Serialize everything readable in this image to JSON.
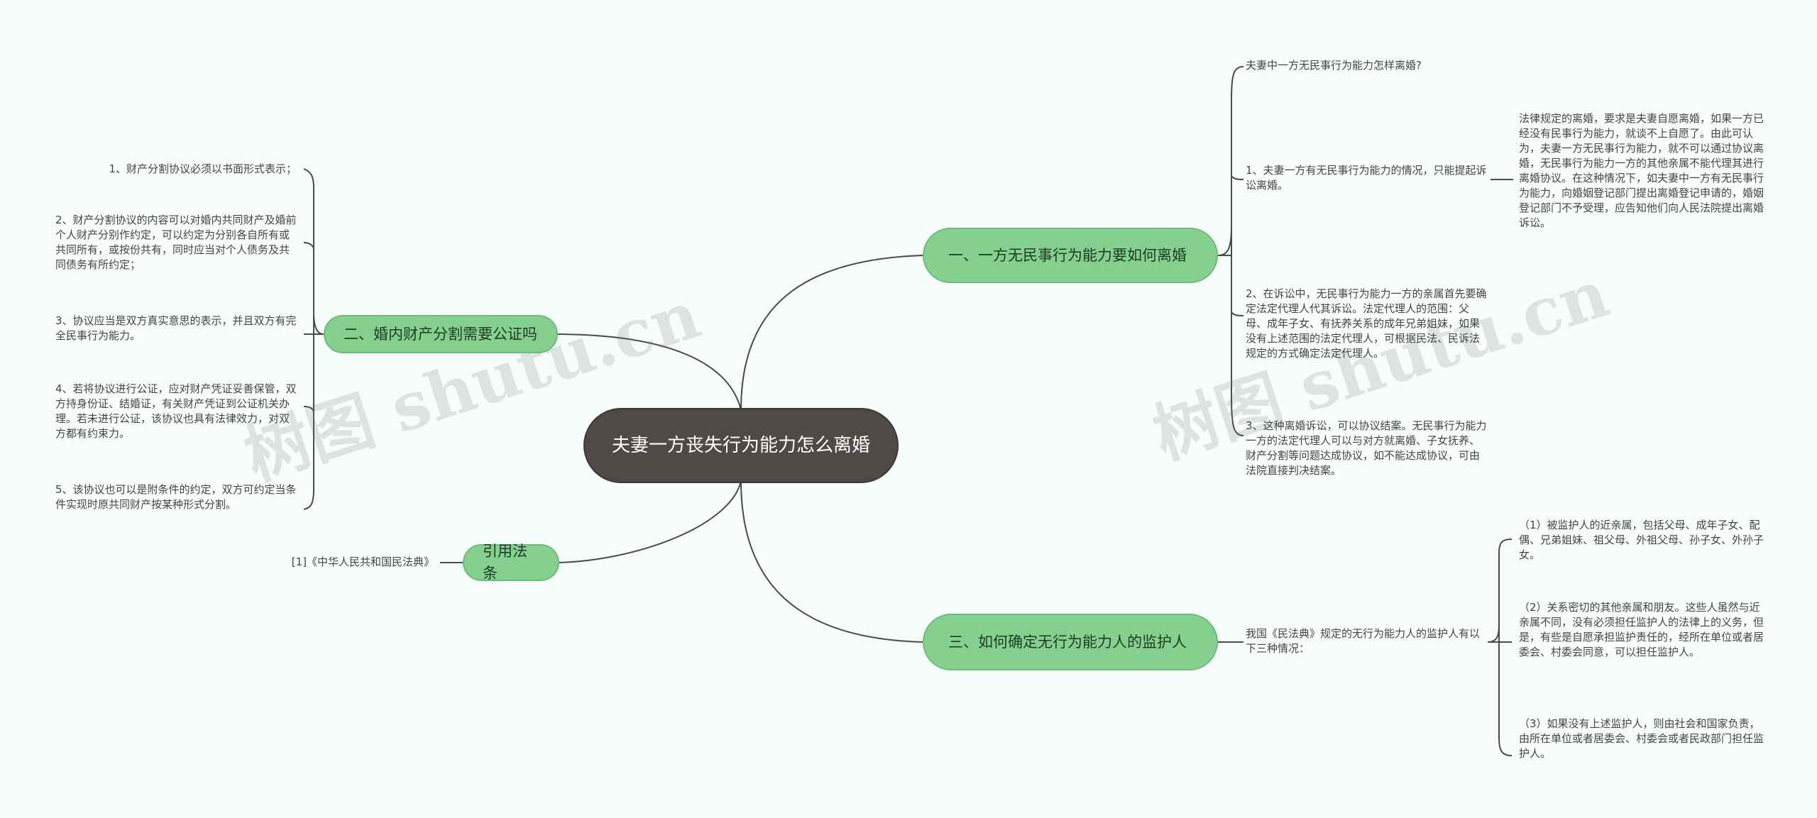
{
  "root": {
    "label": "夫妻一方丧失行为能力怎么离婚"
  },
  "branches": {
    "b1": {
      "label": "一、一方无民事行为能力要如何离婚",
      "question": "夫妻中一方无民事行为能力怎样离婚?",
      "point1": "1、夫妻一方有无民事行为能力的情况，只能提起诉讼离婚。",
      "point1_detail": "法律规定的离婚，要求是夫妻自愿离婚，如果一方已经没有民事行为能力，就谈不上自愿了。由此可认为，夫妻一方无民事行为能力，就不可以通过协议离婚，无民事行为能力一方的其他亲属不能代理其进行离婚协议。在这种情况下，如夫妻中一方有无民事行为能力，向婚姻登记部门提出离婚登记申请的，婚姻登记部门不予受理，应告知他们向人民法院提出离婚诉讼。",
      "point2": "2、在诉讼中，无民事行为能力一方的亲属首先要确定法定代理人代其诉讼。法定代理人的范围：父母、成年子女、有抚养关系的成年兄弟姐妹，如果没有上述范围的法定代理人，可根据民法、民诉法规定的方式确定法定代理人。",
      "point3": "3、这种离婚诉讼，可以协议结案。无民事行为能力一方的法定代理人可以与对方就离婚、子女抚养、财产分割等问题达成协议，如不能达成协议，可由法院直接判决结案。"
    },
    "b2": {
      "label": "二、婚内财产分割需要公证吗",
      "items": [
        "1、财产分割协议必须以书面形式表示；",
        "2、财产分割协议的内容可以对婚内共同财产及婚前个人财产分别作约定，可以约定为分别各自所有或共同所有，或按份共有，同时应当对个人债务及共同债务有所约定；",
        "3、协议应当是双方真实意思的表示，并且双方有完全民事行为能力。",
        "4、若将协议进行公证，应对财产凭证妥善保管，双方持身份证、结婚证，有关财产凭证到公证机关办理。若未进行公证，该协议也具有法律效力，对双方都有约束力。",
        "5、该协议也可以是附条件的约定，双方可约定当条件实现时原共同财产按某种形式分割。"
      ]
    },
    "b3": {
      "label": "引用法条",
      "citation": "[1]《中华人民共和国民法典》"
    },
    "b4": {
      "label": "三、如何确定无行为能力人的监护人",
      "intro": "我国《民法典》规定的无行为能力人的监护人有以下三种情况：",
      "items": [
        "（1）被监护人的近亲属，包括父母、成年子女、配偶、兄弟姐妹、祖父母、外祖父母、孙子女、外孙子女。",
        "（2）关系密切的其他亲属和朋友。这些人虽然与近亲属不同，没有必须担任监护人的法律上的义务，但是，有些是自愿承担监护责任的，经所在单位或者居委会、村委会同意，可以担任监护人。",
        "（3）如果没有上述监护人，则由社会和国家负责，由所在单位或者居委会、村委会或者民政部门担任监护人。"
      ]
    }
  },
  "watermarks": [
    "树图 shutu.cn",
    "树图 shutu.cn"
  ],
  "colors": {
    "root_fill": "#4f4948",
    "branch_fill": "#86d08f",
    "line": "#4a4a4a",
    "background": "#f7fdfd"
  }
}
